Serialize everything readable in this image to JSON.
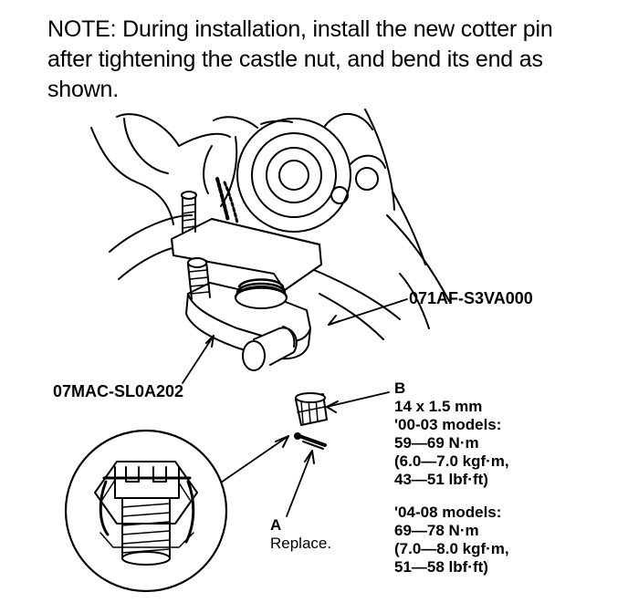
{
  "note": {
    "lines": [
      "NOTE: During installation, install the new cotter pin",
      "after tightening the castle nut, and bend its end as",
      "shown."
    ]
  },
  "labels": {
    "tool_upper": "071AF-S3VA000",
    "tool_left": "07MAC-SL0A202"
  },
  "callout_b": {
    "letter": "B",
    "size": "14 x 1.5 mm",
    "group1": {
      "title": "'00-03 models:",
      "torque_nm": "59—69 N·m",
      "torque_kgf": "(6.0—7.0 kgf·m,",
      "torque_lbf": "43—51 lbf·ft)"
    },
    "group2": {
      "title": "'04-08 models:",
      "torque_nm": "69—78 N·m",
      "torque_kgf": "(7.0—8.0 kgf·m,",
      "torque_lbf": "51—58 lbf·ft)"
    }
  },
  "callout_a": {
    "letter": "A",
    "text": "Replace."
  }
}
